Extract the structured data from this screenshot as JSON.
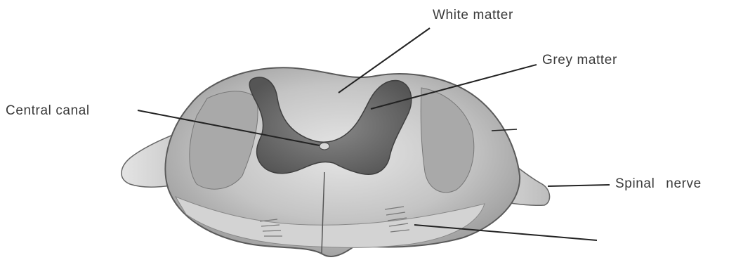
{
  "diagram": {
    "labels": {
      "white_matter": "White matter",
      "grey_matter": "Grey matter",
      "central_canal": "Central canal",
      "spinal_nerve": "Spinal nerve"
    },
    "colors": {
      "outline": "#555555",
      "white_matter_fill": "#c9c9c9",
      "grey_matter_fill": "#6f6f6f",
      "nerve_fill": "#d8d8d8",
      "leader_line": "#222222",
      "label_text": "#3a3a3a"
    }
  }
}
